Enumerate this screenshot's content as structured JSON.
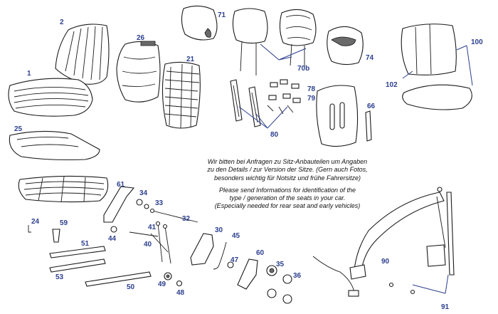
{
  "notice": {
    "german": [
      "Wir bitten bei Anfragen zu Sitz-Anbauteilen um Angaben",
      "zu den Details / zur Version der Sitze. (Gern auch Fotos,",
      "besonders wichtig für Notsitz und frühe Fahrersitze)"
    ],
    "english": [
      "Please send Informations for identification of the",
      "type / generation of the seats in your car.",
      "(Especially needed for rear seat and early vehicles)"
    ]
  },
  "labels": {
    "p1": "1",
    "p2": "2",
    "p25": "25",
    "p26": "26",
    "p21": "21",
    "p71": "71",
    "p74": "74",
    "p70b": "70b",
    "p78": "78",
    "p79": "79",
    "p80": "80",
    "p66": "66",
    "p100": "100",
    "p102": "102",
    "p61": "61",
    "p34": "34",
    "p33": "33",
    "p32": "32",
    "p44": "44",
    "p41": "41",
    "p40": "40",
    "p24": "24",
    "p59": "59",
    "p51": "51",
    "p53": "53",
    "p50": "50",
    "p30": "30",
    "p45": "45",
    "p47": "47",
    "p60": "60",
    "p35": "35",
    "p36": "36",
    "p49": "49",
    "p48": "48",
    "p90": "90",
    "p91": "91"
  },
  "colors": {
    "label": "#2c3f8f",
    "line": "#1a1a1a"
  }
}
